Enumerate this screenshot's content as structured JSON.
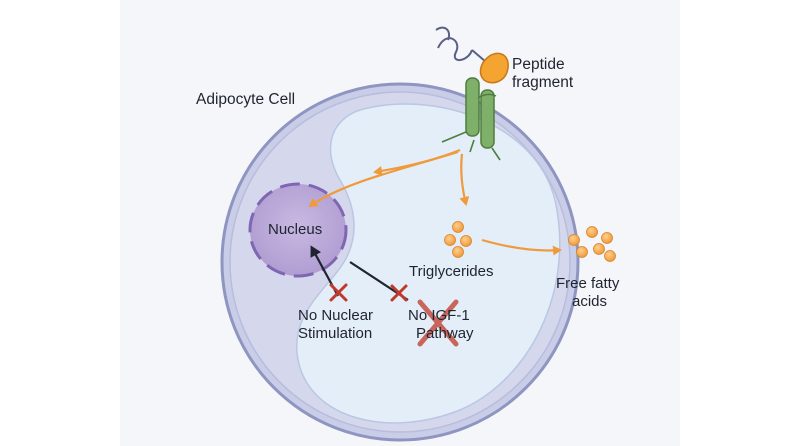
{
  "title": "Adipocyte Cell",
  "labels": {
    "peptide_line1": "Peptide",
    "peptide_line2": "fragment",
    "nucleus": "Nucleus",
    "triglycerides": "Triglycerides",
    "ffa_line1": "Free fatty",
    "ffa_line2": "acids",
    "no_nuclear_line1": "No Nuclear",
    "no_nuclear_line2": "Stimulation",
    "no_igf_line1": "No IGF-1",
    "no_igf_line2": "Pathway"
  },
  "colors": {
    "background": "#f4f6f9",
    "cell_outer": "#c9cde7",
    "cell_border": "#8e95c1",
    "cytoplasm": "#e3eef8",
    "nucleus_fill": "#b9a8d6",
    "nucleus_border": "#7f66b3",
    "receptor_green": "#7fb069",
    "peptide_orange": "#f4a430",
    "arrow_orange": "#ef9a3c",
    "block_red": "#c0392b",
    "text": "#1f2430"
  },
  "icons": [
    "receptor-icon",
    "peptide-icon",
    "block-x-icon",
    "droplet-icon"
  ]
}
